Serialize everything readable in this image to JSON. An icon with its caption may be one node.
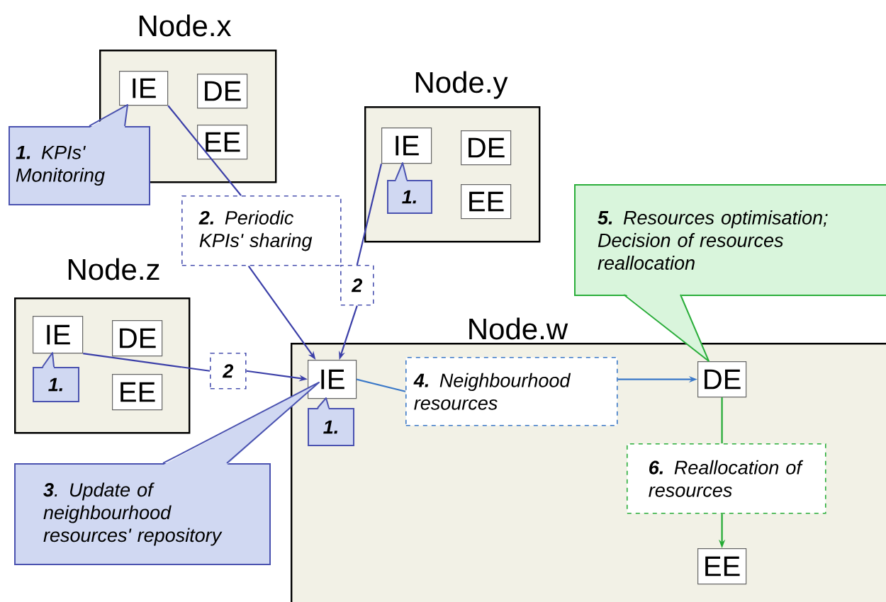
{
  "diagram": {
    "nodes": [
      {
        "text": [
          "Node.x"
        ]
      },
      {
        "text": [
          "IE"
        ],
        "in": 0
      },
      {
        "text": [
          "DE"
        ],
        "in": 0
      },
      {
        "text": [
          "EE"
        ],
        "in": 0
      },
      {
        "text": [
          "**1.** KPIs' Monitoring"
        ]
      },
      {
        "text": [
          "Node.y"
        ]
      },
      {
        "text": [
          "IE"
        ],
        "in": 5
      },
      {
        "text": [
          "DE"
        ],
        "in": 5
      },
      {
        "text": [
          "EE"
        ],
        "in": 5
      },
      {
        "text": [
          "1."
        ],
        "in": 5
      },
      {
        "text": [
          "Node.z"
        ]
      },
      {
        "text": [
          "IE"
        ],
        "in": 10
      },
      {
        "text": [
          "DE"
        ],
        "in": 10
      },
      {
        "text": [
          "EE"
        ],
        "in": 10
      },
      {
        "text": [
          "1."
        ],
        "in": 10
      },
      {
        "text": [
          "Node.w"
        ]
      },
      {
        "text": [
          "IE"
        ],
        "in": 15
      },
      {
        "text": [
          "1."
        ],
        "in": 15
      },
      {
        "text": [
          "DE"
        ],
        "in": 15
      },
      {
        "text": [
          "EE"
        ],
        "in": 15
      },
      {
        "text": [
          "**4.** Neighbourhood resources"
        ],
        "in": 15
      },
      {
        "text": [
          "**6.** Reallocation of resources"
        ],
        "in": 15
      },
      {
        "text": [
          "**2.** Periodic KPIs' sharing"
        ]
      },
      {
        "text": [
          "2"
        ]
      },
      {
        "text": [
          "2"
        ]
      },
      {
        "text": [
          "**3**. Update of neighbourhood resources' repository"
        ]
      },
      {
        "text": [
          "**5.** Resources optimisation; Decision of resources reallocation"
        ]
      }
    ],
    "edges": [
      {
        "from": 1,
        "to": 22,
        "arrow": "none"
      },
      {
        "from": 22,
        "to": 16,
        "arrow": "to"
      },
      {
        "from": 6,
        "to": 23,
        "arrow": "none"
      },
      {
        "from": 23,
        "to": 16,
        "arrow": "to"
      },
      {
        "from": 11,
        "to": 24,
        "arrow": "none"
      },
      {
        "from": 24,
        "to": 16,
        "arrow": "to"
      },
      {
        "from": 16,
        "to": 20,
        "arrow": "none",
        "color": "#3a78c8"
      },
      {
        "from": 20,
        "to": 18,
        "arrow": "to",
        "color": "#3a78c8"
      },
      {
        "from": 18,
        "to": 21,
        "arrow": "none",
        "color": "#22aa33"
      },
      {
        "from": 21,
        "to": 19,
        "arrow": "to",
        "color": "#22aa33"
      }
    ]
  }
}
